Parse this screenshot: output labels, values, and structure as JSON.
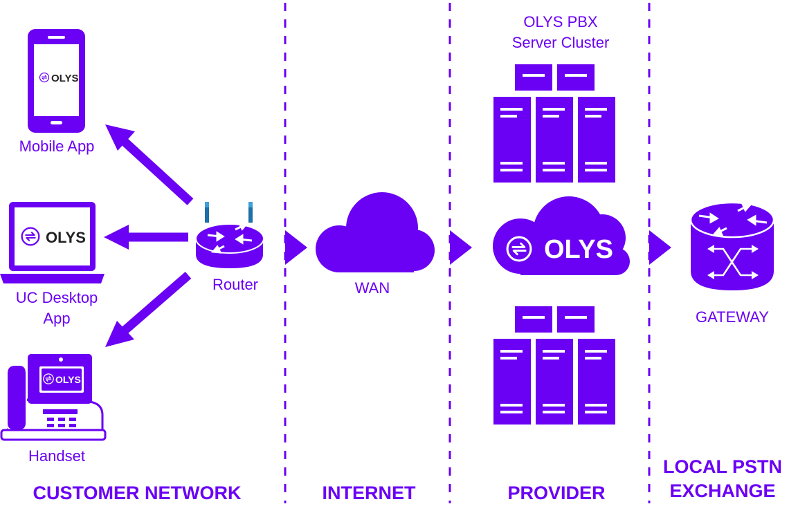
{
  "colors": {
    "primary": "#6a00f4",
    "white": "#ffffff"
  },
  "brand": {
    "logo_text": "OLYS",
    "logo_icon": "olys-swap-arrows-icon"
  },
  "devices": {
    "mobile_label": "Mobile App",
    "desktop_label_line1": "UC Desktop",
    "desktop_label_line2": "App",
    "handset_label": "Handset",
    "router_label": "Router",
    "wan_label": "WAN",
    "server_cluster_line1": "OLYS PBX",
    "server_cluster_line2": "Server Cluster",
    "gateway_label": "GATEWAY"
  },
  "zones": {
    "customer": "CUSTOMER NETWORK",
    "internet": "INTERNET",
    "provider": "PROVIDER",
    "pstn_line1": "LOCAL PSTN",
    "pstn_line2": "EXCHANGE"
  },
  "icons": [
    "smartphone-icon",
    "laptop-icon",
    "desk-phone-icon",
    "router-icon",
    "cloud-icon",
    "server-rack-icon",
    "gateway-icon",
    "arrow-icon",
    "chevron-right-icon"
  ]
}
